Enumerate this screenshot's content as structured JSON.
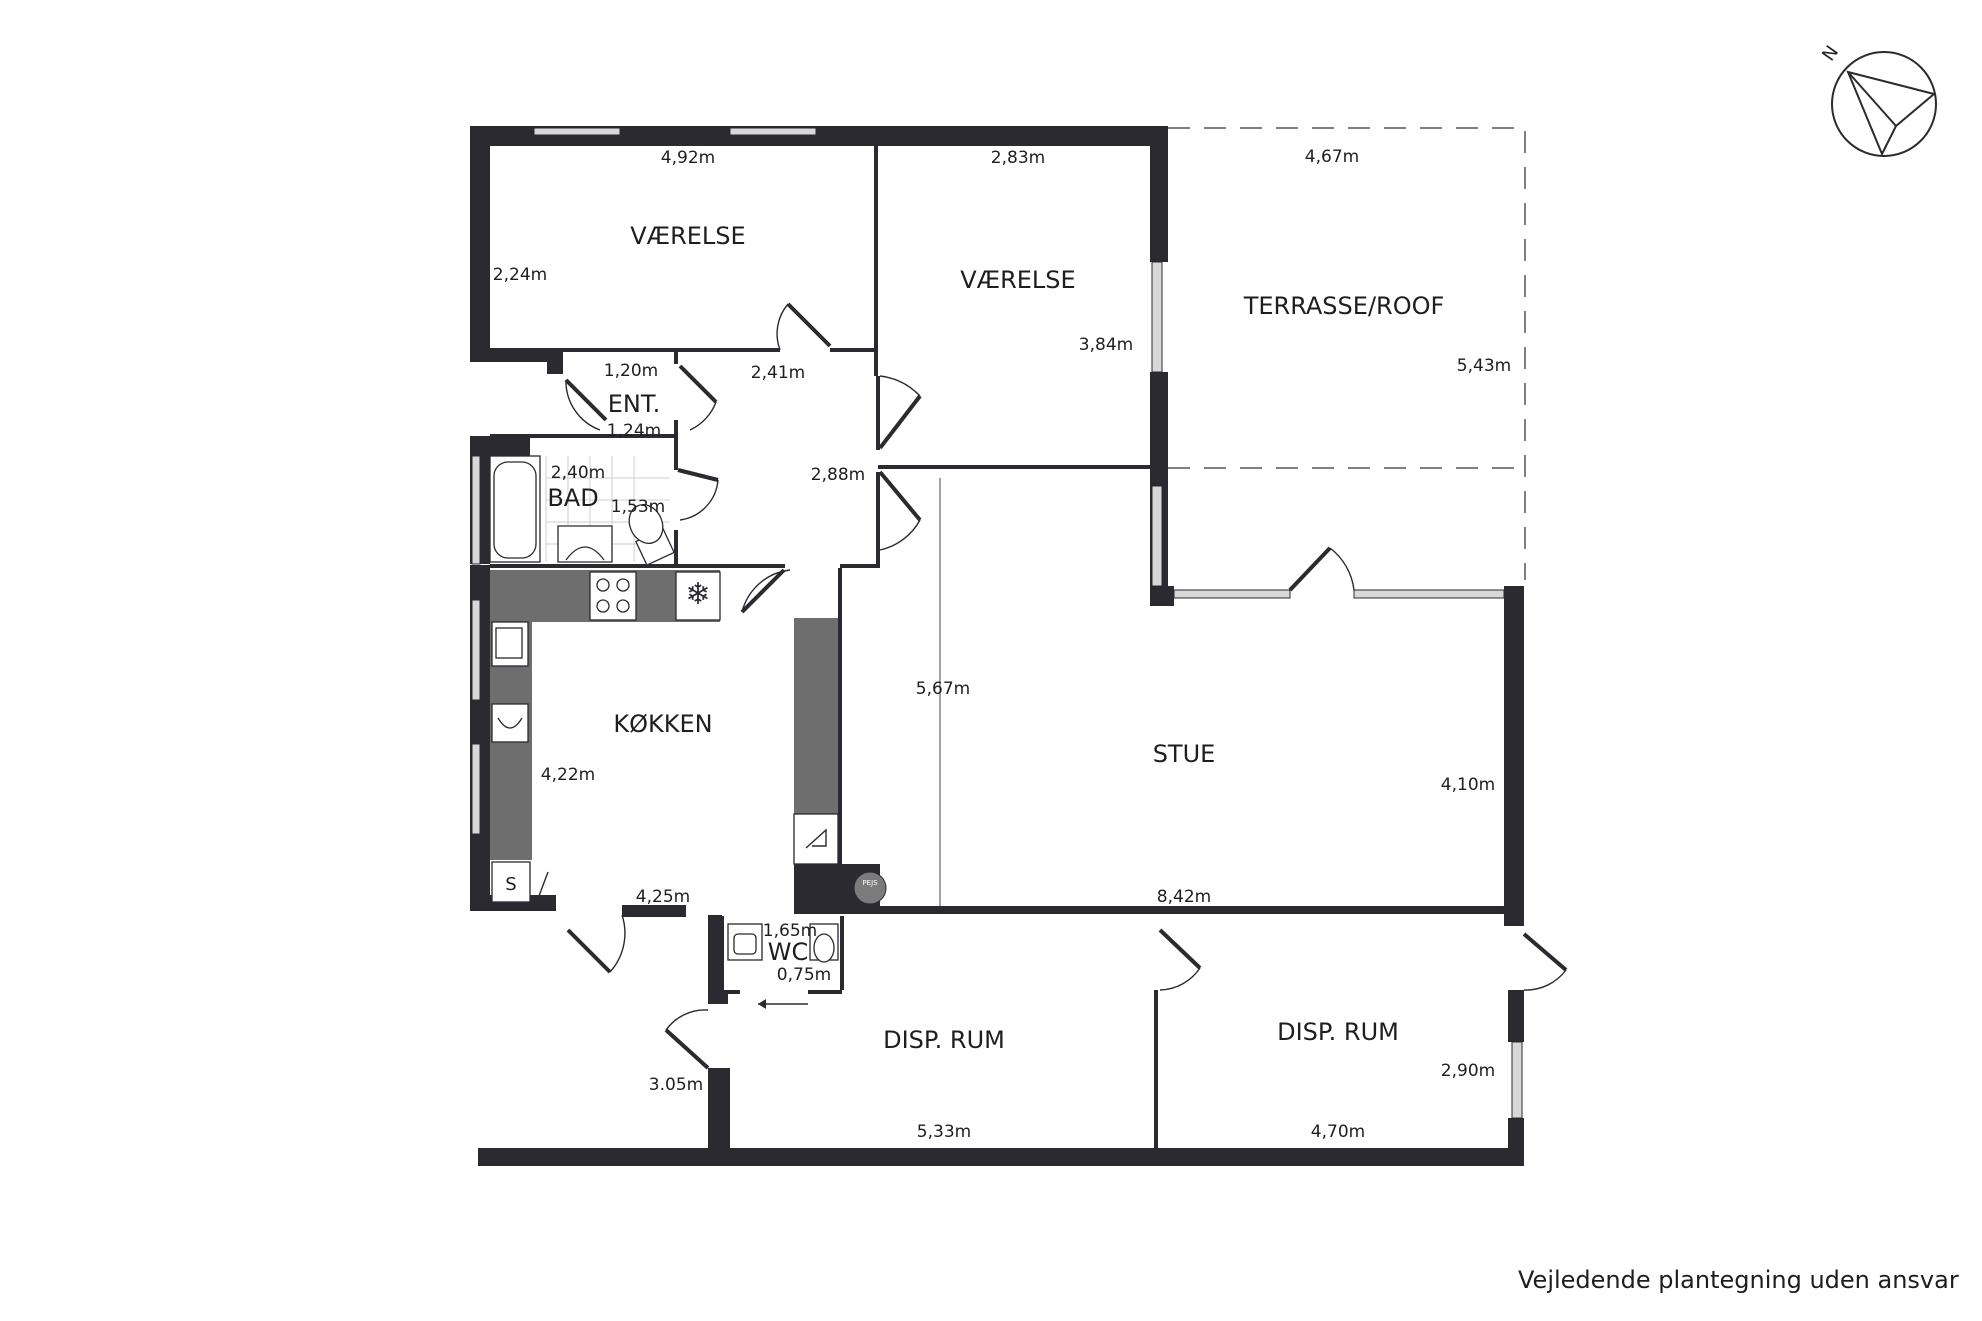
{
  "rooms": {
    "vaerelse1": "VÆRELSE",
    "vaerelse2": "VÆRELSE",
    "terrasse": "TERRASSE/ROOF",
    "entre": "ENT.",
    "bad": "BAD",
    "koekken": "KØKKEN",
    "stue": "STUE",
    "wc": "WC",
    "disp1": "DISP. RUM",
    "disp2": "DISP. RUM"
  },
  "dimensions": {
    "v1_width": "4,92m",
    "v1_depth": "2,24m",
    "v2_width": "2,83m",
    "v2_depth": "3,84m",
    "terrasse_width": "4,67m",
    "terrasse_depth": "5,43m",
    "entre_width": "1,20m",
    "entre_depth": "1,24m",
    "hall_width": "2,41m",
    "hall_depth": "2,88m",
    "bad_width": "2,40m",
    "bad_depth": "1,53m",
    "koekken_depth": "4,22m",
    "koekken_width": "4,25m",
    "stue_depth_left": "5,67m",
    "stue_depth_right": "4,10m",
    "stue_width": "8,42m",
    "wc_width": "1,65m",
    "wc_depth": "0,75m",
    "disp1_depth": "3.05m",
    "disp1_width": "5,33m",
    "disp2_depth": "2,90m",
    "disp2_width": "4,70m"
  },
  "fixtures": {
    "koekken_s": "S",
    "pejs": "PEJS"
  },
  "compass": {
    "label": "N"
  },
  "disclaimer": "Vejledende plantegning uden ansvar"
}
